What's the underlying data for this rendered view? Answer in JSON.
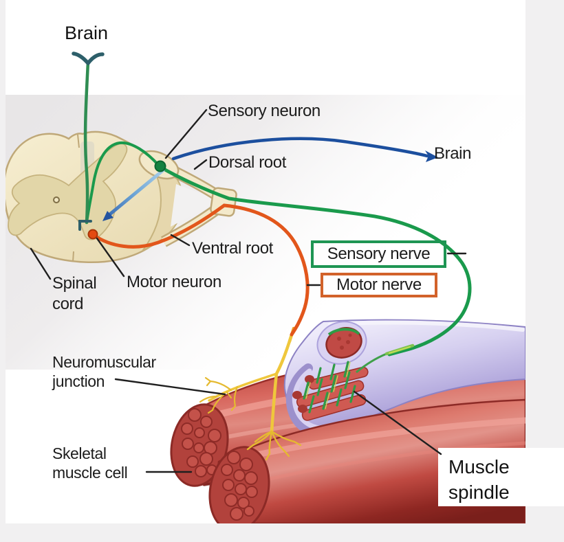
{
  "figure": {
    "labels": {
      "brain_top": "Brain",
      "sensory_neuron": "Sensory neuron",
      "dorsal_root": "Dorsal root",
      "brain_right": "Brain",
      "ventral_root": "Ventral root",
      "motor_neuron": "Motor neuron",
      "spinal_cord": {
        "line1": "Spinal",
        "line2": "cord"
      },
      "neuromuscular_junction": {
        "line1": "Neuromuscular",
        "line2": "junction"
      },
      "skeletal_muscle_cell": {
        "line1": "Skeletal",
        "line2": "muscle cell"
      },
      "muscle_spindle": {
        "line1": "Muscle",
        "line2": "spindle"
      }
    },
    "legend_boxes": {
      "sensory_nerve": {
        "label": "Sensory nerve",
        "border_color": "#1e9553"
      },
      "motor_nerve": {
        "label": "Motor nerve",
        "border_color": "#d2622a"
      }
    },
    "colors": {
      "sensory_nerve_green": "#1a9a4c",
      "brain_pathway_green": "#2f8d52",
      "synapse_fork_teal": "#2d5f6a",
      "motor_nerve_orange": "#e2561b",
      "motor_ending_yellow": "#efc73c",
      "ascending_pathway_blue": "#1c4f9e",
      "descending_pathway_blue": "#6fa6d6",
      "spinal_cord_cream": "#f3e9ca",
      "gray_matter_tan": "#e2d6a8",
      "muscle_red": "#c94c45",
      "spindle_capsule_lavender": "#cfc8ec",
      "background_gray": "#f1f0f1"
    }
  }
}
